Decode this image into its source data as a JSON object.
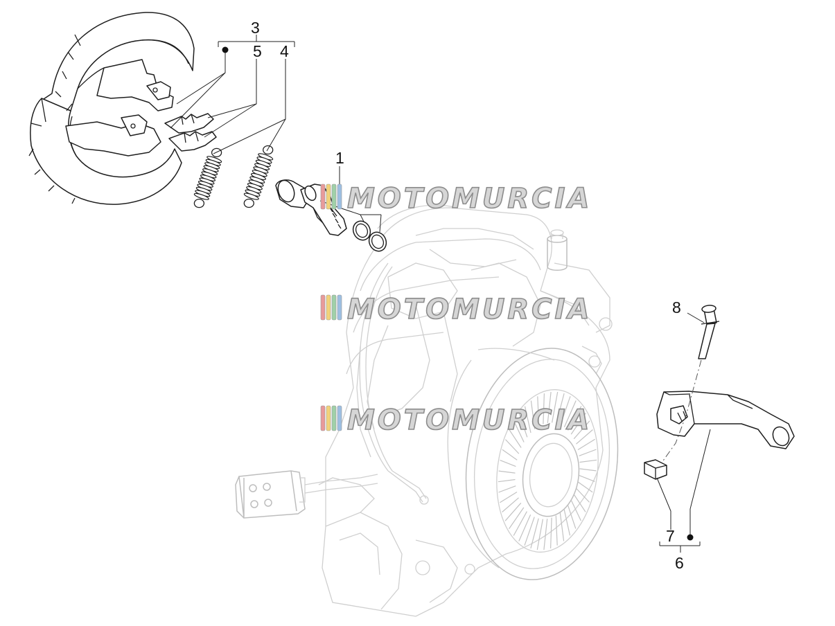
{
  "watermark": {
    "text": "MOTOMURCIA",
    "stripe_colors": [
      "#e89a9a",
      "#f2d27a",
      "#9fd0a8",
      "#9dbfe2"
    ],
    "text_color": "#d6d6d6",
    "outline_color": "#8c8c8c"
  },
  "callouts": {
    "c1": "1",
    "c3": "3",
    "c4": "4",
    "c5": "5",
    "c6": "6",
    "c7": "7",
    "c8": "8"
  }
}
